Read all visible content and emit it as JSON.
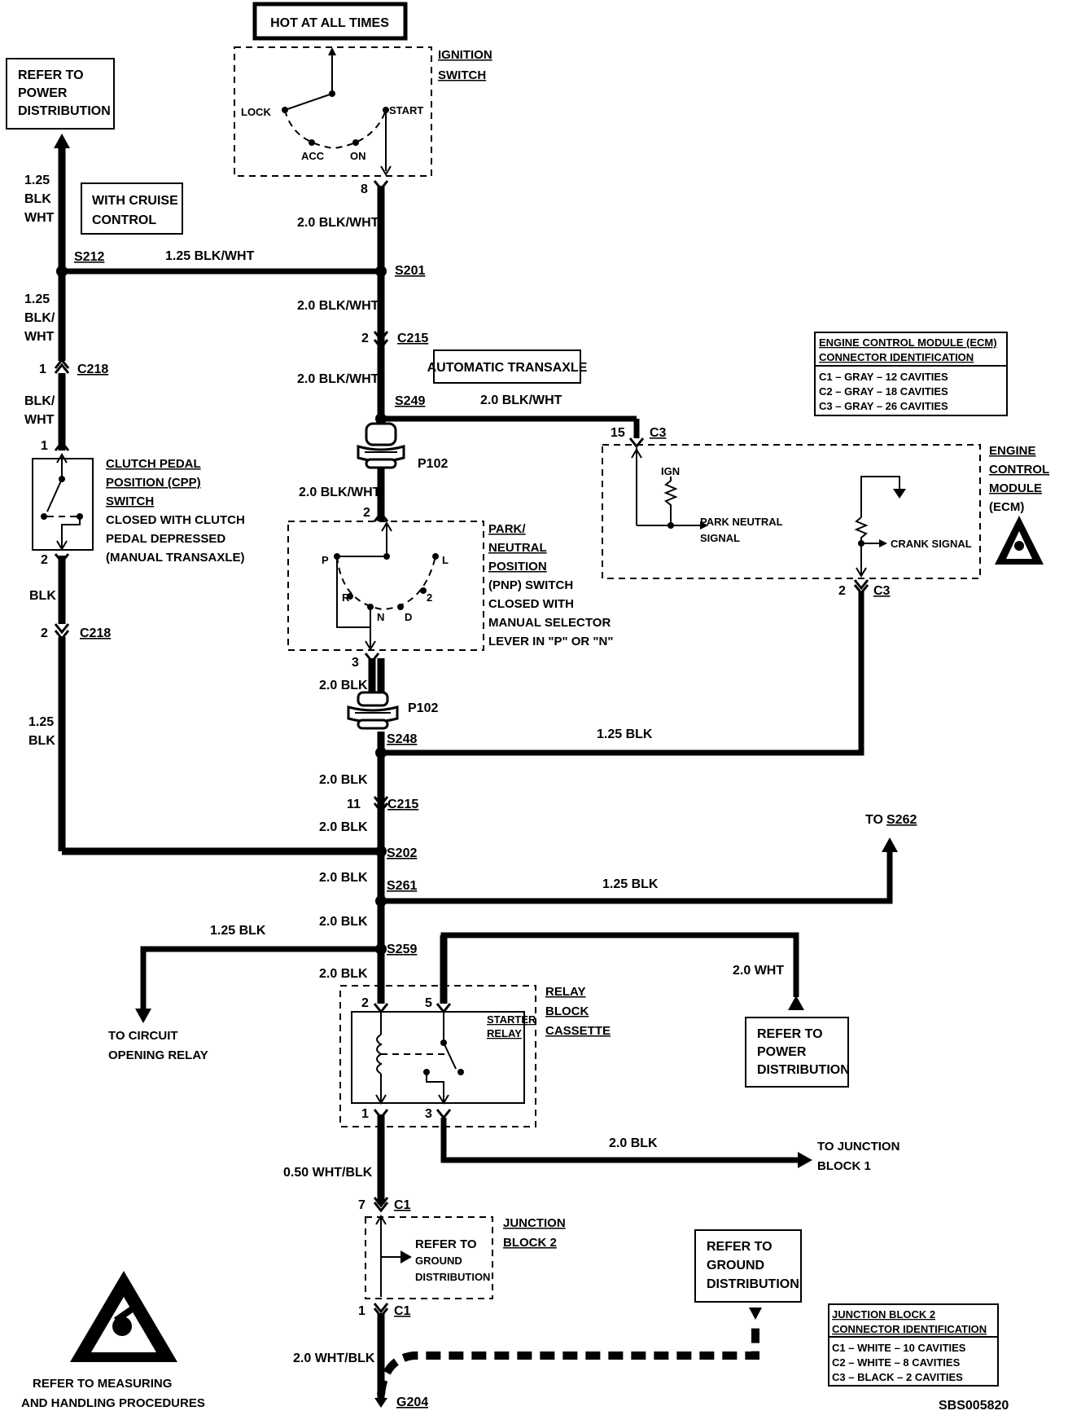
{
  "labels": {
    "hot_at_all_times": "HOT AT ALL TIMES",
    "ignition_switch_1": "IGNITION",
    "ignition_switch_2": "SWITCH",
    "lock": "LOCK",
    "start": "START",
    "acc": "ACC",
    "on": "ON",
    "refer_power_1": "REFER TO",
    "refer_power_2": "POWER",
    "refer_power_3": "DISTRIBUTION",
    "with_cruise_1": "WITH CRUISE",
    "with_cruise_2": "CONTROL",
    "wire_125": "1.25",
    "wire_blk": "BLK",
    "wire_wht": "WHT",
    "wire_blk_slash": "BLK/",
    "pin_8": "8",
    "wire_20_blkwht": "2.0 BLK/WHT",
    "s212": "S212",
    "wire_125_blkwht": "1.25 BLK/WHT",
    "s201": "S201",
    "pin_2": "2",
    "c215": "C215",
    "pin_1": "1",
    "c218": "C218",
    "automatic_transaxle": "AUTOMATIC TRANSAXLE",
    "s249": "S249",
    "ecm_id_1": "ENGINE CONTROL MODULE (ECM)",
    "ecm_id_2": "CONNECTOR IDENTIFICATION",
    "ecm_id_c1": "C1 – GRAY – 12 CAVITIES",
    "ecm_id_c2": "C2 – GRAY – 18 CAVITIES",
    "ecm_id_c3": "C3 – GRAY – 26 CAVITIES",
    "pin_15": "15",
    "c3": "C3",
    "ecm_1": "ENGINE",
    "ecm_2": "CONTROL",
    "ecm_3": "MODULE",
    "ecm_4": "(ECM)",
    "ign": "IGN",
    "park_neutral_signal_1": "PARK NEUTRAL",
    "park_neutral_signal_2": "SIGNAL",
    "crank_signal": "CRANK SIGNAL",
    "cpp_1": "CLUTCH PEDAL",
    "cpp_2": "POSITION (CPP)",
    "cpp_3": "SWITCH",
    "cpp_4": "CLOSED WITH CLUTCH",
    "cpp_5": "PEDAL DEPRESSED",
    "cpp_6": "(MANUAL TRANSAXLE)",
    "p102": "P102",
    "pnp_1": "PARK/",
    "pnp_2": "NEUTRAL",
    "pnp_3": "POSITION",
    "pnp_4": "(PNP) SWITCH",
    "pnp_5": "CLOSED WITH",
    "pnp_6": "MANUAL SELECTOR",
    "pnp_7": "LEVER IN \"P\" OR \"N\"",
    "gear_p": "P",
    "gear_l": "L",
    "gear_r": "R",
    "gear_n": "N",
    "gear_d": "D",
    "gear_2": "2",
    "pin_3": "3",
    "wire_20_blk": "2.0 BLK",
    "s248": "S248",
    "wire_125_blk": "1.25 BLK",
    "pin_11": "11",
    "s202": "S202",
    "to_s262_a": "TO",
    "to_s262_b": "S262",
    "s261": "S261",
    "s259": "S259",
    "to_circuit_1": "TO CIRCUIT",
    "to_circuit_2": "OPENING RELAY",
    "pin_5": "5",
    "starter_relay_1": "STARTER",
    "starter_relay_2": "RELAY",
    "relay_block_1": "RELAY",
    "relay_block_2": "BLOCK",
    "relay_block_3": "CASSETTE",
    "wire_20_wht": "2.0 WHT",
    "to_junction_1": "TO JUNCTION",
    "to_junction_2": "BLOCK 1",
    "wire_050_whtblk": "0.50 WHT/BLK",
    "pin_7": "7",
    "c1": "C1",
    "junction_1": "JUNCTION",
    "junction_2": "BLOCK 2",
    "refer_ground_1": "REFER TO",
    "refer_ground_2": "GROUND",
    "refer_ground_3": "DISTRIBUTION",
    "wire_20_whtblk": "2.0 WHT/BLK",
    "g204": "G204",
    "jb2_id_1": "JUNCTION BLOCK 2",
    "jb2_id_2": "CONNECTOR IDENTIFICATION",
    "jb2_id_c1": "C1 – WHITE – 10 CAVITIES",
    "jb2_id_c2": "C2 – WHITE – 8 CAVITIES",
    "jb2_id_c3": "C3 – BLACK – 2  CAVITIES",
    "esd_1": "REFER TO  MEASURING",
    "esd_2": "AND HANDLING PROCEDURES",
    "figure_id": "SBS005820"
  }
}
